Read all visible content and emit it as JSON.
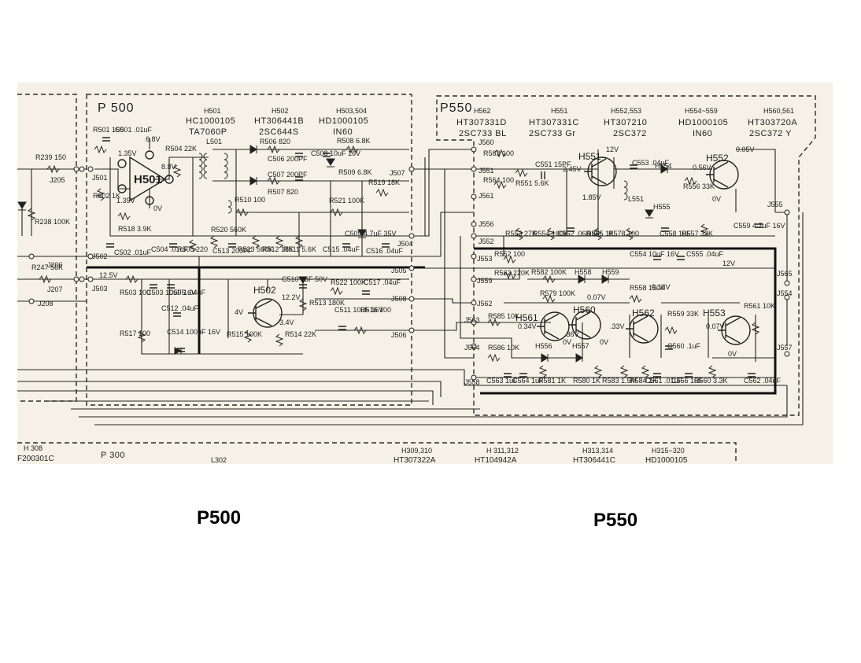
{
  "panels": {
    "p500": {
      "label": "P 500",
      "headers": [
        {
          "ref": "H501",
          "part": "HC1000105",
          "type": "TA7060P"
        },
        {
          "ref": "H502",
          "part": "HT306441B",
          "type": "2SC644S"
        },
        {
          "ref": "H503,504",
          "part": "HD1000105",
          "type": "IN60"
        }
      ],
      "transistors": [
        "H502"
      ],
      "opamp": "H501",
      "components": [
        "R501 150",
        "C501 .01uF",
        "R239 150",
        "J205",
        "R502 1K",
        "R238 100K",
        "R504 22K",
        "L501",
        "R506 820",
        "C506 200PF",
        "C507 200PF",
        "R507 820",
        "C508 10uF 16V",
        "R508 6.8K",
        "R509 6.8K",
        "R519 18K",
        "R510 100",
        "R521 100K",
        "R518 3.9K",
        "C504 .01uF",
        "R505 220",
        "R520 560K",
        "C513 200PF",
        "R523 560K",
        "R512 18K",
        "R511 5.6K",
        "C515 .04uF",
        "C509 4.7uF 35V",
        "C516 .04uF",
        "C502 .01uF",
        "R247 56K",
        "J206",
        "J207",
        "J208",
        "J502",
        "J503",
        "J504",
        "J505",
        "J506",
        "J507",
        "J508",
        "J501",
        "R503 100",
        "C503 10uF 16V",
        "C505 .04uF",
        "C512 .04uF",
        "C510 1uF 50V",
        "R522 100K",
        "C517 .04uF",
        "R513 180K",
        "C511 10uF 16V",
        "R516 100",
        "R517 100",
        "C514 100uF 16V",
        "R515 100K",
        "R514 22K"
      ],
      "voltages": [
        "1.35V",
        "6.8V",
        "8.8V",
        "0V",
        "1.35V",
        "12.5V",
        "12.2V",
        "4V",
        "3.4V"
      ]
    },
    "p550": {
      "label": "P550",
      "headers": [
        {
          "ref": "H562",
          "part": "HT307331D",
          "type": "2SC733 BL"
        },
        {
          "ref": "H551",
          "part": "HT307331C",
          "type": "2SC733 Gr"
        },
        {
          "ref": "H552,553",
          "part": "HT307210",
          "type": "2SC372"
        },
        {
          "ref": "H554~559",
          "part": "HD1000105",
          "type": "IN60"
        },
        {
          "ref": "H560,561",
          "part": "HT303720A",
          "type": "2SC372 Y"
        }
      ],
      "transistors": [
        "H551",
        "H552",
        "H561",
        "H560",
        "H562",
        "H553"
      ],
      "components": [
        "J560",
        "R563 100",
        "J551",
        "R564 100",
        "J561",
        "R551 5.6K",
        "C551 15PF",
        "C553 .04uF",
        "H554",
        "R556 33K",
        "L551",
        "H555",
        "J556",
        "J552",
        "R553 27K",
        "R554 100K",
        "C552 .068uF",
        "R555 1K",
        "R578 100",
        "C558 1uF",
        "R557 33K",
        "C559 4.7uF 16V",
        "J555",
        "J553",
        "R552 100",
        "R562 220K",
        "C554 10uF 16V",
        "C555 .04uF",
        "J559",
        "R582 100K",
        "H558",
        "H559",
        "R558 150K",
        "R579 100K",
        "J562",
        "J565",
        "J554",
        "R585 10K",
        "R586 10K",
        "J563",
        "J564",
        "R559 33K",
        "R561 10K",
        "H556",
        "H557",
        "C560 .1uF",
        "J557",
        "J558",
        "C563 1uF",
        "C564 1uF",
        "R581 1K",
        "R580 1K",
        "R583 1.5M",
        "R584 1K",
        "C561 .01uF",
        "C556 1uF",
        "R560 3.3K",
        "C562 .04uF"
      ],
      "voltages": [
        "12V",
        "2.45V",
        "1.85V",
        "0.05V",
        "0.56V",
        "0V",
        "12V",
        "0.13V",
        "0.07V",
        "0.34V",
        ".36V",
        ".33V",
        "0.07V",
        "0V",
        "0V",
        "0V"
      ]
    },
    "p300": {
      "label": "P 300",
      "headers": [
        {
          "ref": "H 308",
          "part": "F200301C"
        },
        {
          "ref": "H309,310",
          "part": "HT307322A"
        },
        {
          "ref": "H 311,312",
          "part": "HT104942A"
        },
        {
          "ref": "H313,314",
          "part": "HT306441C"
        },
        {
          "ref": "H315~320",
          "part": "HD1000105"
        }
      ],
      "components": [
        "L302"
      ]
    }
  },
  "captions": {
    "left": "P500",
    "right": "P550"
  }
}
